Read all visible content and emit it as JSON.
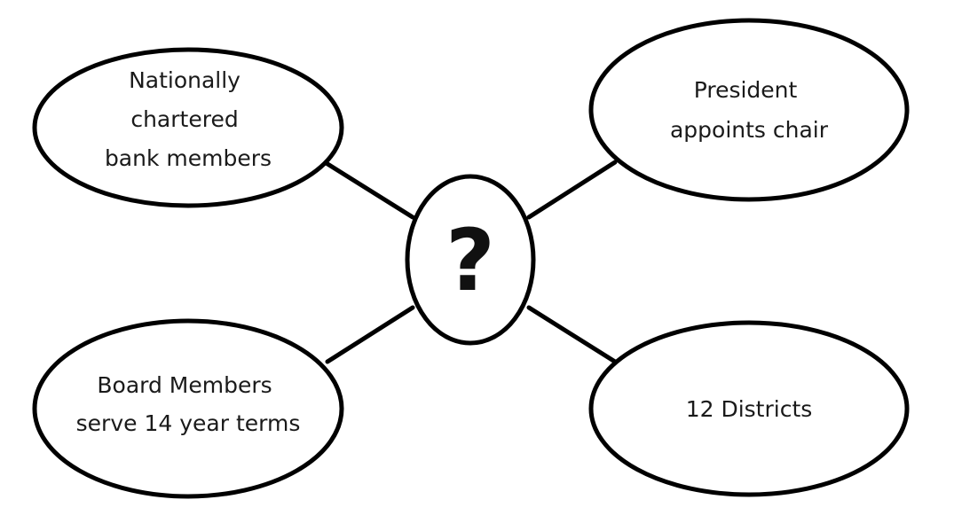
{
  "diagram": {
    "center": {
      "label": "?"
    },
    "nodes": [
      {
        "lines": [
          "Nationally",
          "chartered",
          "bank members"
        ]
      },
      {
        "lines": [
          "President",
          "appoints chair"
        ]
      },
      {
        "lines": [
          "Board Members",
          "serve 14 year terms"
        ]
      },
      {
        "lines": [
          "12 Districts"
        ]
      }
    ]
  }
}
